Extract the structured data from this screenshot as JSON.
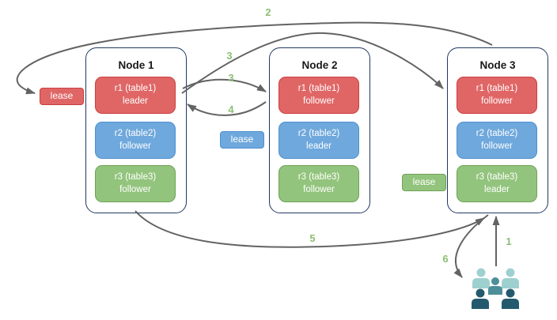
{
  "palette": {
    "red-fill": "#e06666",
    "red-border": "#cc3f3f",
    "blue-fill": "#6fa8dc",
    "blue-border": "#4d8fd1",
    "green-fill": "#93c47d",
    "green-border": "#6fa356",
    "node-border": "#203864",
    "arrow": "#636363",
    "step": "#8cbe74",
    "people-light": "#9fd0d0",
    "people-mid": "#4d8e9a",
    "people-dark": "#245a6d"
  },
  "nodes": [
    {
      "title": "Node 1",
      "replicas": [
        {
          "name": "r1 (table1)",
          "role": "leader",
          "color": "red"
        },
        {
          "name": "r2 (table2)",
          "role": "follower",
          "color": "blue"
        },
        {
          "name": "r3 (table3)",
          "role": "follower",
          "color": "green"
        }
      ]
    },
    {
      "title": "Node 2",
      "replicas": [
        {
          "name": "r1 (table1)",
          "role": "follower",
          "color": "red"
        },
        {
          "name": "r2 (table2)",
          "role": "leader",
          "color": "blue"
        },
        {
          "name": "r3 (table3)",
          "role": "follower",
          "color": "green"
        }
      ]
    },
    {
      "title": "Node 3",
      "replicas": [
        {
          "name": "r1 (table1)",
          "role": "follower",
          "color": "red"
        },
        {
          "name": "r2 (table2)",
          "role": "follower",
          "color": "blue"
        },
        {
          "name": "r3 (table3)",
          "role": "leader",
          "color": "green"
        }
      ]
    }
  ],
  "leases": [
    {
      "label": "lease",
      "color": "red"
    },
    {
      "label": "lease",
      "color": "blue"
    },
    {
      "label": "lease",
      "color": "green"
    }
  ],
  "steps": [
    {
      "label": "1"
    },
    {
      "label": "2"
    },
    {
      "label": "3"
    },
    {
      "label": "3"
    },
    {
      "label": "4"
    },
    {
      "label": "5"
    },
    {
      "label": "6"
    }
  ],
  "icons": {
    "clients": "users-group-icon"
  }
}
